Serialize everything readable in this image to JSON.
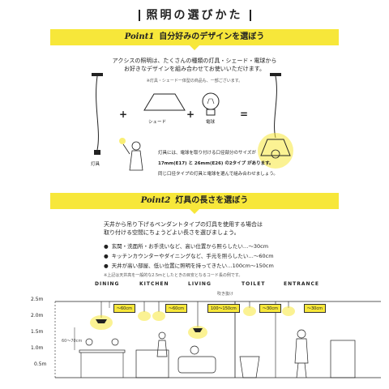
{
  "title": "照明の選びかた",
  "point1": {
    "label": "Point1",
    "heading": "自分好みのデザインを選ぼう",
    "intro1": "アクシスの照明は、たくさんの種類の灯具・シェード・電球から",
    "intro2": "お好きなデザインを組み合わせてお使いいただけます。",
    "note": "※灯具・シェード一体型の商品も、一部ございます。",
    "lamp_label": "灯具",
    "shade_label": "シェード",
    "bulb_label": "電球",
    "plus1": "+",
    "plus2": "+",
    "equals": "=",
    "desc1": "灯具には、電球を取り付ける口径部分のサイズが",
    "desc2": "17mm(E17) と 26mm(E26) の2タイプ があります。",
    "desc3": "同じ口径タイプの灯具と電球を選んで組み合わせましょう。"
  },
  "point2": {
    "label": "Point2",
    "heading": "灯具の長さを選ぼう",
    "intro1": "天井から吊り下げるペンダントタイプの灯具を使用する場合は",
    "intro2": "取り付ける空間にちょうどよい長さを選びましょう。",
    "bullets": [
      "玄関・洗面所・お手洗いなど、高い位置から照らしたい…〜30cm",
      "キッチンカウンターやダイニングなど、手元を照らしたい…〜60cm",
      "天井が高い部屋、低い位置に照明を持ってきたい…100cm〜150cm"
    ],
    "note": "※上記は天井高を一般的な2.5mとしたときの目安となるコード長の例です。",
    "scale": [
      "2.5m",
      "2.0m",
      "1.5m",
      "1.0m",
      "0.5m"
    ],
    "rooms": [
      "DINING",
      "KITCHEN",
      "LIVING",
      "TOILET",
      "ENTRANCE"
    ],
    "tags": [
      "〜60cm",
      "〜60cm",
      "100〜150cm",
      "〜30cm",
      "〜30cm"
    ],
    "height_note": "60〜70cm",
    "stair_note": "吹き抜け"
  }
}
